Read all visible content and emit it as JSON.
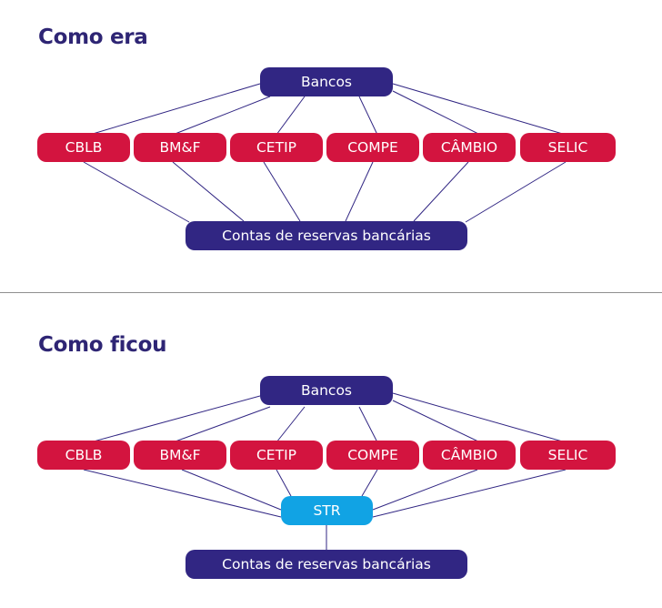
{
  "colors": {
    "title": "#2e2574",
    "purple": "#312683",
    "red": "#d3143f",
    "blue": "#11a3e4",
    "line": "#312683",
    "divider": "#8f8f8f"
  },
  "before": {
    "title": "Como era",
    "top": "Bancos",
    "systems": [
      "CBLB",
      "BM&F",
      "CETIP",
      "COMPE",
      "CÂMBIO",
      "SELIC"
    ],
    "bottom": "Contas de reservas bancárias"
  },
  "after": {
    "title": "Como ficou",
    "top": "Bancos",
    "systems": [
      "CBLB",
      "BM&F",
      "CETIP",
      "COMPE",
      "CÂMBIO",
      "SELIC"
    ],
    "hub": "STR",
    "bottom": "Contas de reservas bancárias"
  }
}
